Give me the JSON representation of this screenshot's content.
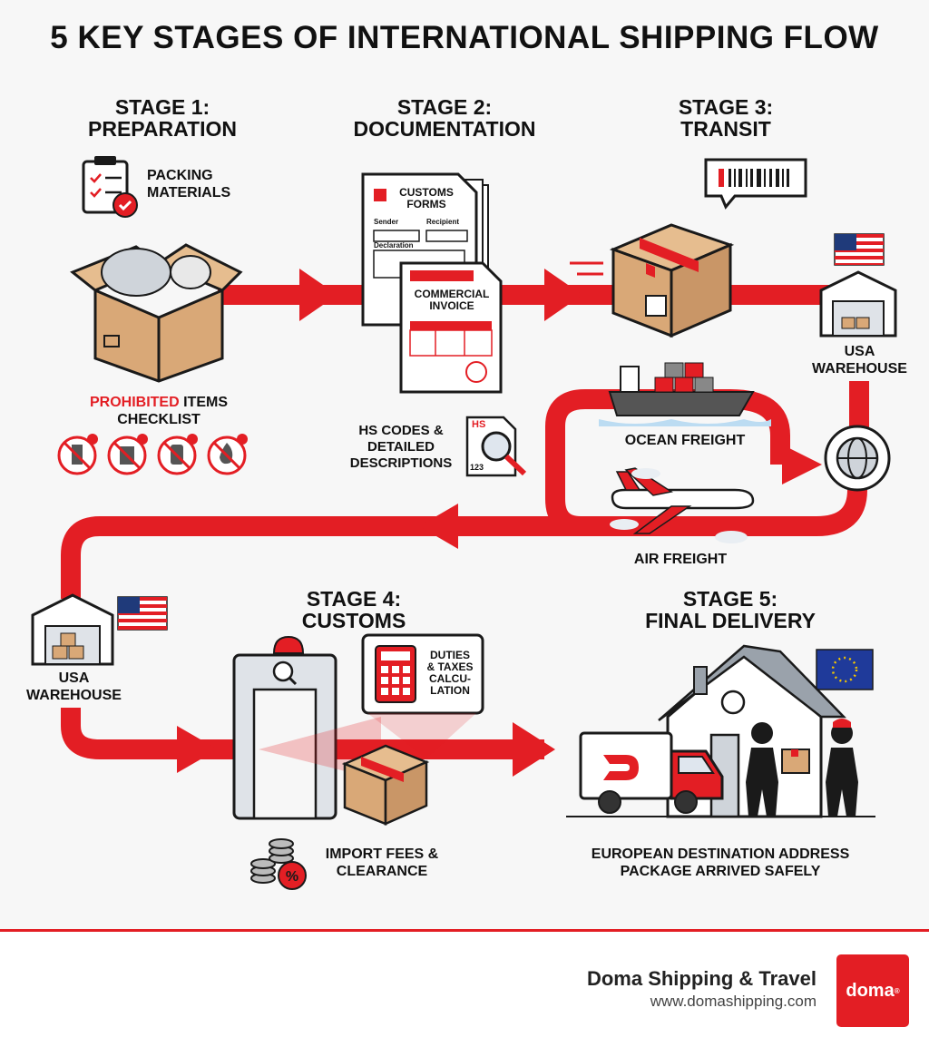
{
  "title": "5 KEY STAGES OF INTERNATIONAL SHIPPING FLOW",
  "stages": [
    {
      "title": "STAGE 1:\nPREPARATION"
    },
    {
      "title": "STAGE 2:\nDOCUMENTATION"
    },
    {
      "title": "STAGE 3:\nTRANSIT"
    },
    {
      "title": "STAGE 4:\nCUSTOMS"
    },
    {
      "title": "STAGE 5:\nFINAL DELIVERY"
    }
  ],
  "labels": {
    "packing": "PACKING\nMATERIALS",
    "prohibited_red": "PROHIBITED",
    "prohibited_rest": " ITEMS\nCHECKLIST",
    "customs_forms": "CUSTOMS\nFORMS",
    "sender": "Sender",
    "recipient": "Recipient",
    "declaration": "Declaration",
    "commercial_invoice": "COMMERCIAL\nINVOICE",
    "hs_codes": "HS CODES &\nDETAILED\nDESCRIPTIONS",
    "hs_doc": "HS",
    "hs_num": "123",
    "usa_warehouse_1": "USA\nWAREHOUSE",
    "ocean_freight": "OCEAN FREIGHT",
    "air_freight": "AIR FREIGHT",
    "usa_warehouse_2": "USA\nWAREHOUSE",
    "duties": "DUTIES\n& TAXES\nCALCU-\nLATION",
    "import_fees": "IMPORT FEES &\nCLEARANCE",
    "destination": "EUROPEAN DESTINATION ADDRESS\nPACKAGE ARRIVED SAFELY"
  },
  "footer": {
    "brand": "Doma Shipping & Travel",
    "url": "www.domashipping.com",
    "logo": "doma"
  },
  "colors": {
    "accent": "#e31e24",
    "box": "#d9a877",
    "dark": "#1a1a1a"
  }
}
